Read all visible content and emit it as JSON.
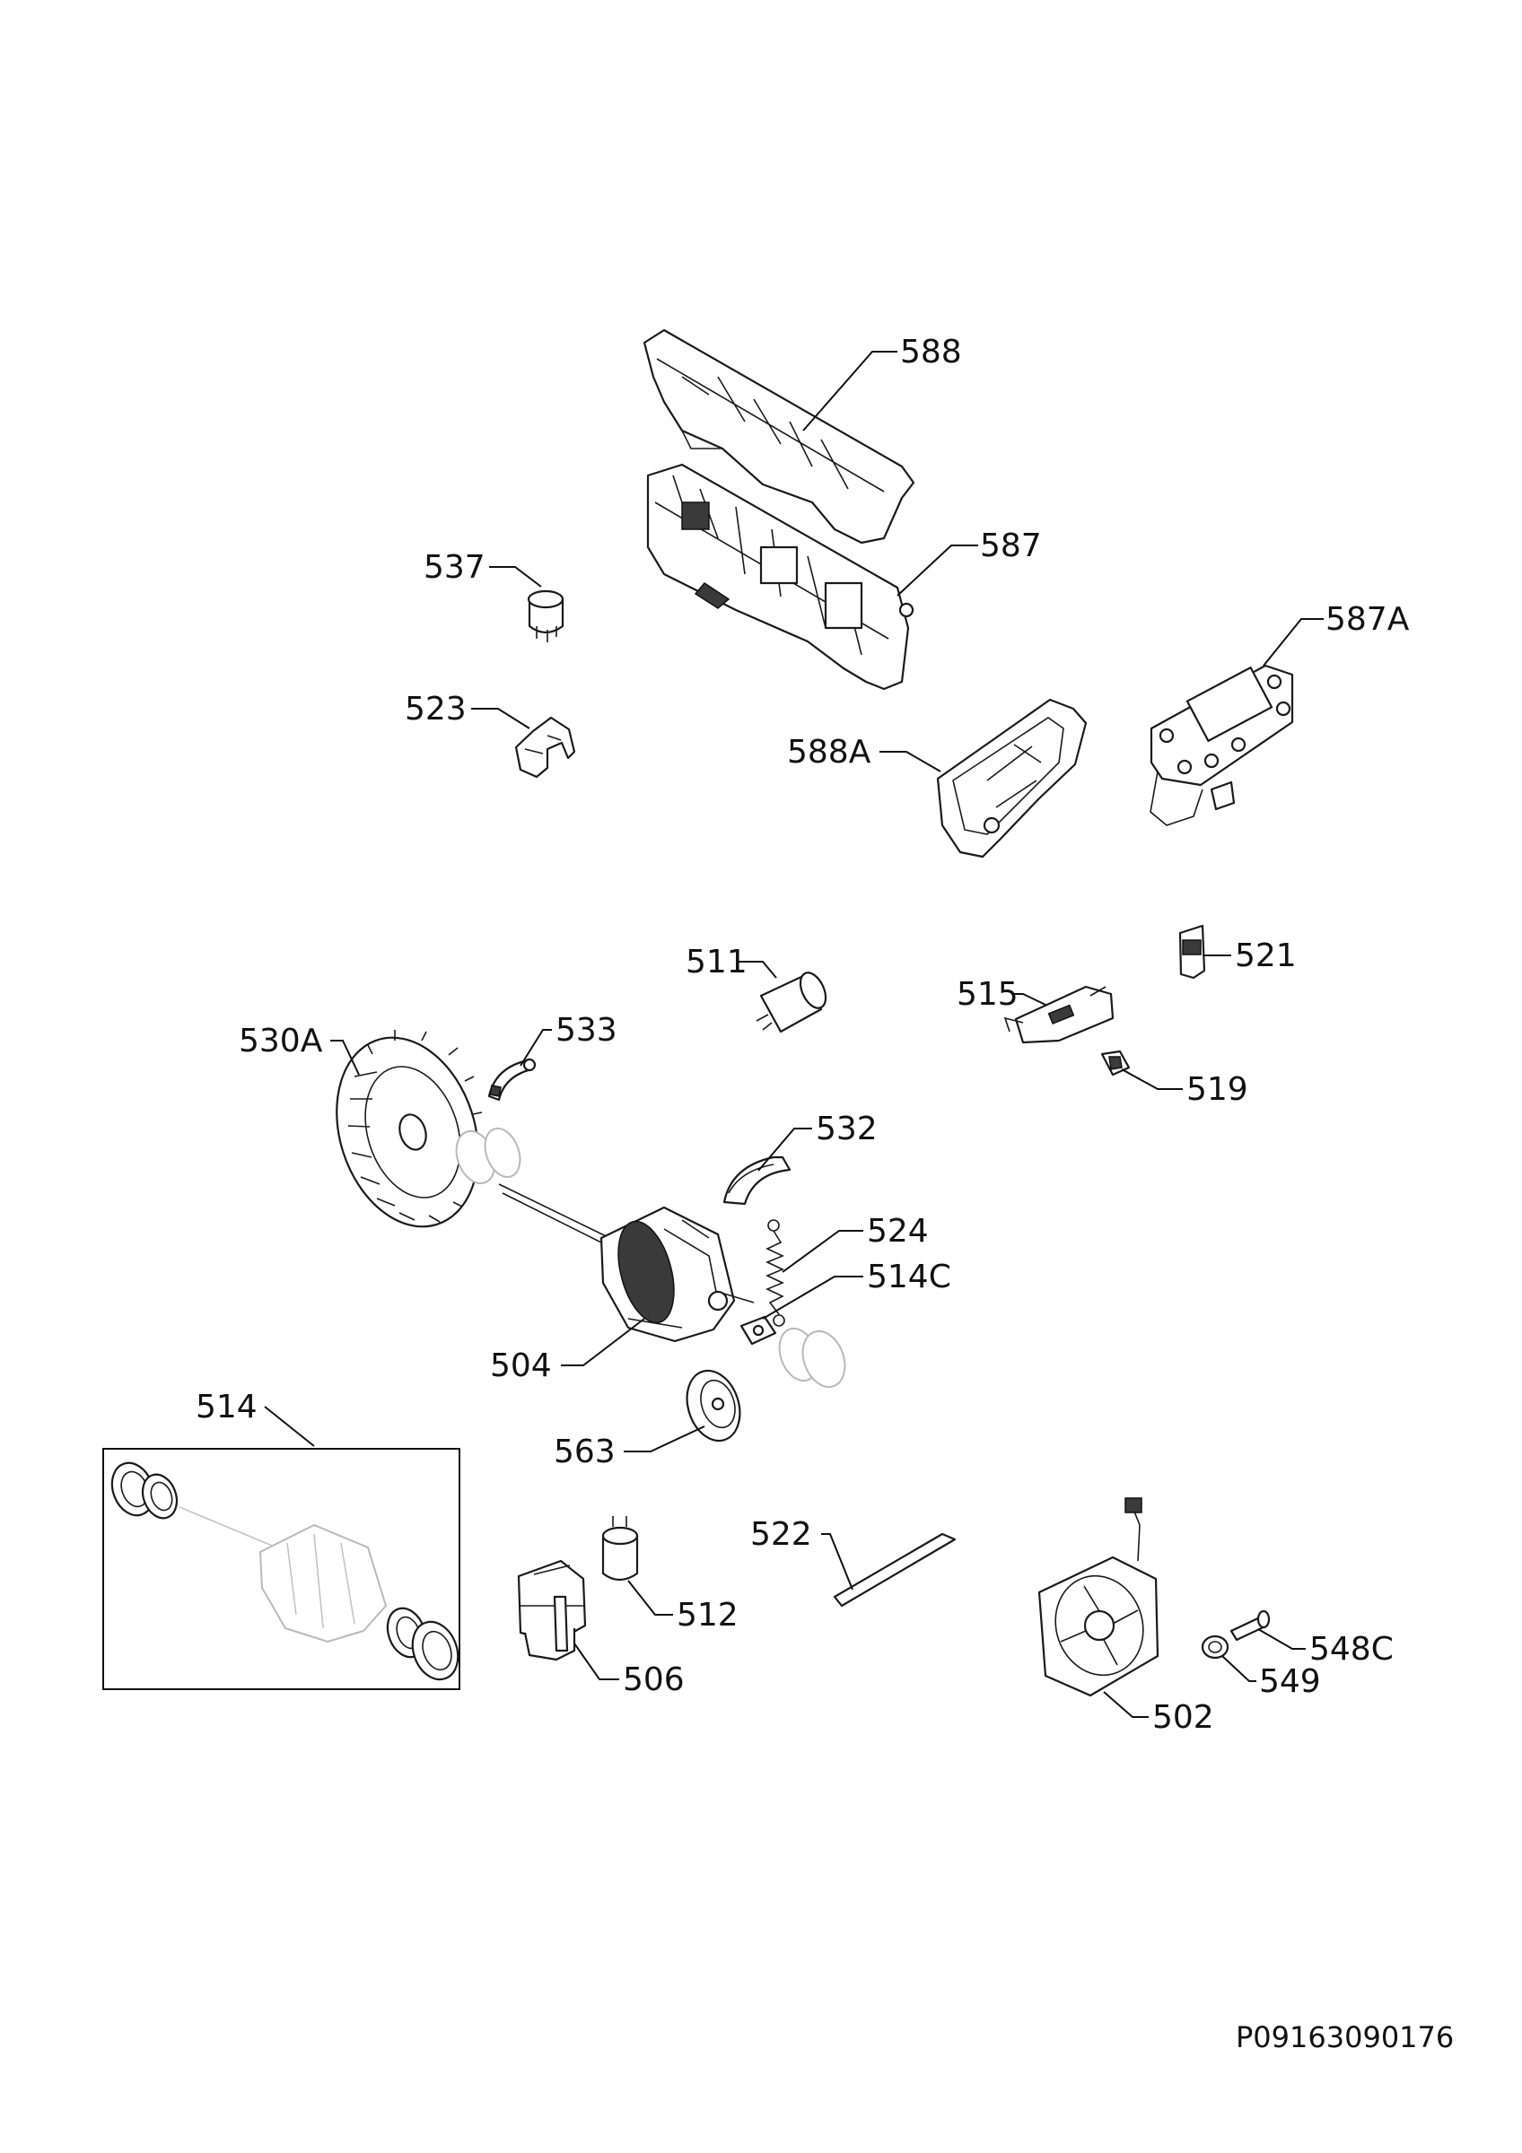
{
  "document_ref": "P09163090176",
  "callouts": [
    {
      "id": "588",
      "label": "588"
    },
    {
      "id": "587",
      "label": "587"
    },
    {
      "id": "537",
      "label": "537"
    },
    {
      "id": "587A",
      "label": "587A"
    },
    {
      "id": "523",
      "label": "523"
    },
    {
      "id": "588A",
      "label": "588A"
    },
    {
      "id": "521",
      "label": "521"
    },
    {
      "id": "511",
      "label": "511"
    },
    {
      "id": "515",
      "label": "515"
    },
    {
      "id": "530A",
      "label": "530A"
    },
    {
      "id": "533",
      "label": "533"
    },
    {
      "id": "519",
      "label": "519"
    },
    {
      "id": "532",
      "label": "532"
    },
    {
      "id": "524",
      "label": "524"
    },
    {
      "id": "514C",
      "label": "514C"
    },
    {
      "id": "504",
      "label": "504"
    },
    {
      "id": "514",
      "label": "514"
    },
    {
      "id": "563",
      "label": "563"
    },
    {
      "id": "522",
      "label": "522"
    },
    {
      "id": "512",
      "label": "512"
    },
    {
      "id": "548C",
      "label": "548C"
    },
    {
      "id": "549",
      "label": "549"
    },
    {
      "id": "506",
      "label": "506"
    },
    {
      "id": "502",
      "label": "502"
    }
  ]
}
